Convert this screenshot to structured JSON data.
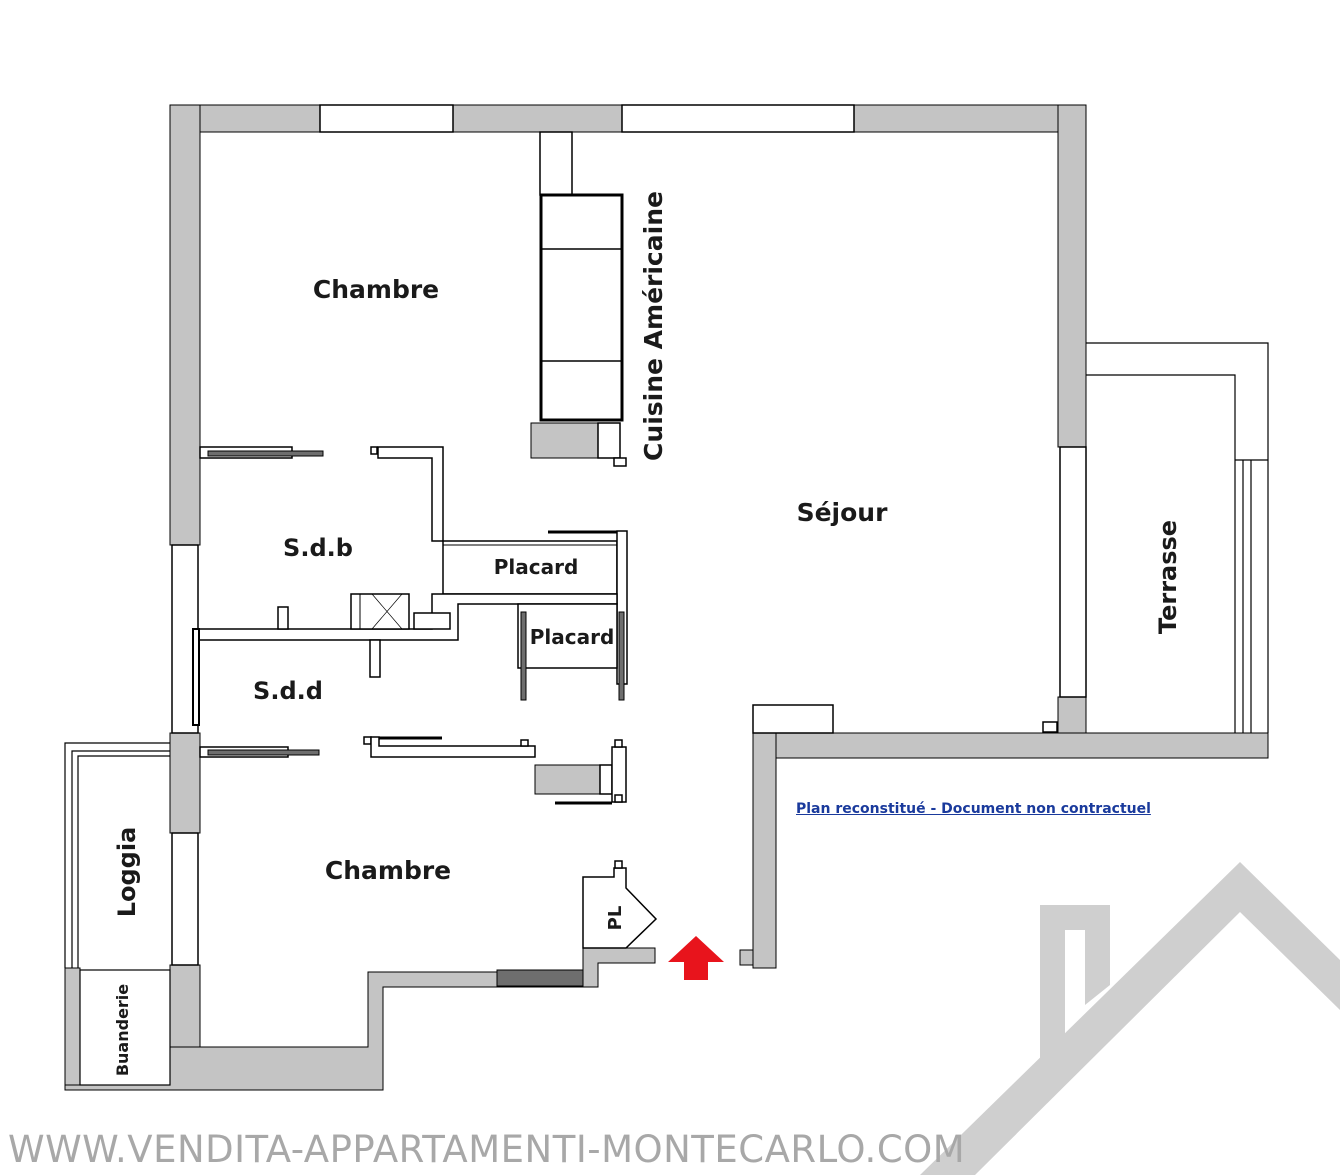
{
  "rooms": {
    "chambre_top": "Chambre",
    "cuisine": "Cuisine Américaine",
    "sejour": "Séjour",
    "terrasse": "Terrasse",
    "sdb": "S.d.b",
    "placard_1": "Placard",
    "placard_2": "Placard",
    "sdd": "S.d.d",
    "chambre_bottom": "Chambre",
    "loggia": "Loggia",
    "buanderie": "Buanderie",
    "pl": "PL"
  },
  "note": "Plan reconstitué - Document non contractuel",
  "watermark": "WWW.VENDITA-APPARTAMENTI-MONTECARLO.COM",
  "colors": {
    "wall": "#c4c4c4",
    "entry_arrow": "#e8141c",
    "link": "#1a3a9c",
    "watermark": "#a8a8a8"
  }
}
